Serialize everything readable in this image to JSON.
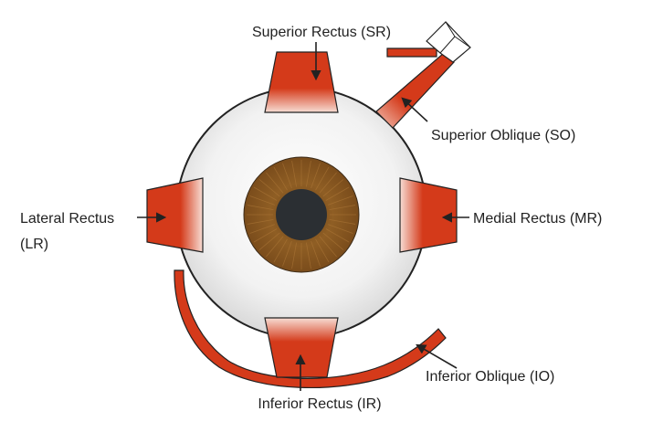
{
  "labels": {
    "superior_rectus": "Superior Rectus (SR)",
    "superior_oblique": "Superior Oblique (SO)",
    "lateral_rectus_line1": "Lateral Rectus",
    "lateral_rectus_line2": "(LR)",
    "medial_rectus": "Medial Rectus (MR)",
    "inferior_rectus": "Inferior Rectus (IR)",
    "inferior_oblique": "Inferior Oblique (IO)"
  },
  "colors": {
    "muscle": "#d43a1a",
    "muscle_light": "#f5d2c8",
    "eyeball": "#ececec",
    "iris": "#8a5a22",
    "pupil": "#2b2f33",
    "outline": "#222222"
  }
}
